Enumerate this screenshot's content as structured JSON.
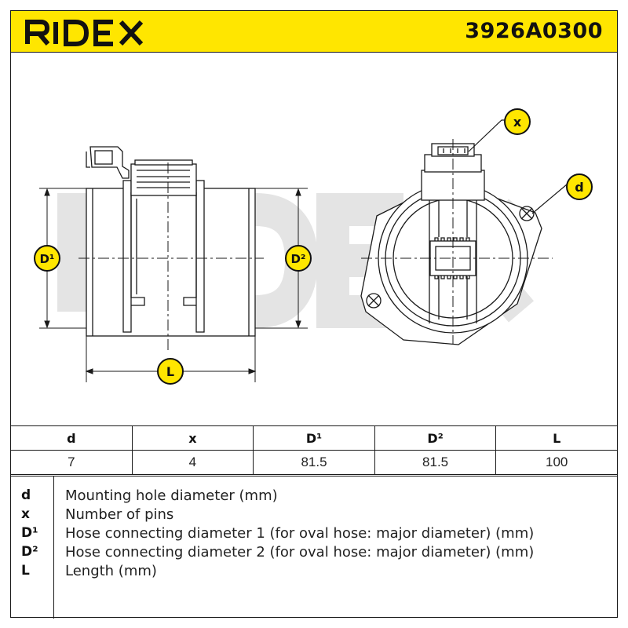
{
  "header": {
    "brand": "RIDEX",
    "part_number": "3926A0300"
  },
  "labels": {
    "d": "d",
    "x": "x",
    "d1": "D¹",
    "d2": "D²",
    "l": "L"
  },
  "spec_table": {
    "columns": [
      "d",
      "x",
      "D¹",
      "D²",
      "L"
    ],
    "values": [
      "7",
      "4",
      "81.5",
      "81.5",
      "100"
    ]
  },
  "legend": [
    {
      "symbol": "d",
      "description": "Mounting hole diameter (mm)"
    },
    {
      "symbol": "x",
      "description": "Number of pins"
    },
    {
      "symbol": "D¹",
      "description": "Hose connecting diameter 1 (for oval hose: major diameter) (mm)"
    },
    {
      "symbol": "D²",
      "description": "Hose connecting diameter 2 (for oval hose: major diameter) (mm)"
    },
    {
      "symbol": "L",
      "description": "Length (mm)"
    }
  ],
  "colors": {
    "header_yellow": "#ffe600",
    "badge_yellow": "#ffe600",
    "line": "#1a1a1a",
    "watermark": "#e6e6e6"
  }
}
